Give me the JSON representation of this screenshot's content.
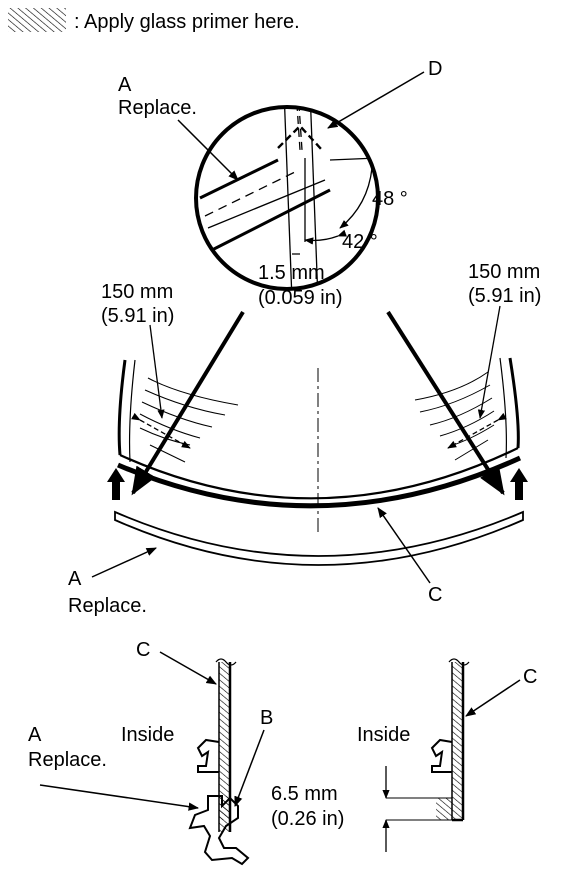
{
  "legend": {
    "text": ": Apply glass primer here."
  },
  "detail": {
    "label_a_letter": "A",
    "label_a_text": "Replace.",
    "label_d": "D",
    "angle_1": "48 °",
    "angle_2": "42 °",
    "gap_mm": "1.5 mm",
    "gap_in": "(0.059 in)"
  },
  "glass": {
    "left_len_mm": "150 mm",
    "left_len_in": "(5.91 in)",
    "right_len_mm": "150 mm",
    "right_len_in": "(5.91 in)",
    "label_a_letter": "A",
    "label_a_text": "Replace.",
    "label_c": "C"
  },
  "section_left": {
    "label_c": "C",
    "label_b": "B",
    "inside": "Inside",
    "label_a_letter": "A",
    "label_a_text": "Replace."
  },
  "section_right": {
    "label_c": "C",
    "inside": "Inside",
    "height_mm": "6.5 mm",
    "height_in": "(0.26 in)"
  }
}
